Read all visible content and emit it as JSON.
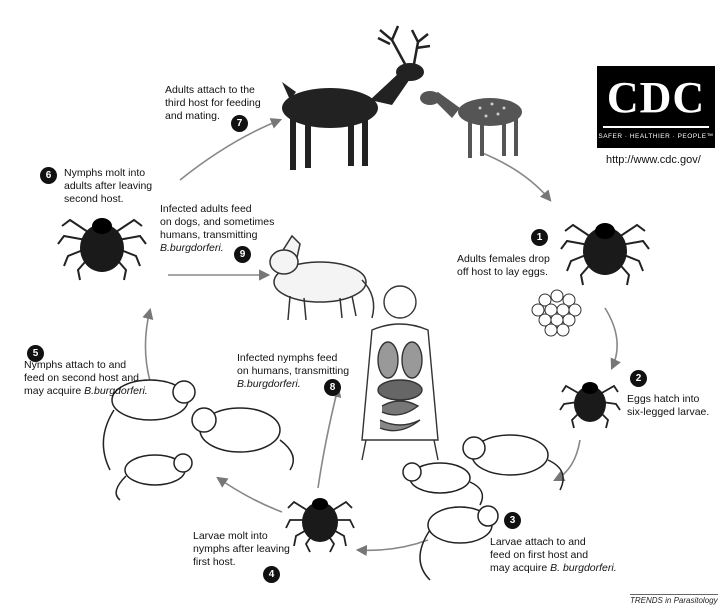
{
  "logo": {
    "text": "CDC",
    "tagline": "SAFER · HEALTHIER · PEOPLE™"
  },
  "url": "http://www.cdc.gov/",
  "credit": "TRENDS in Parasitology",
  "steps": [
    {
      "n": "1",
      "text": "Adults females drop\noff host to lay eggs."
    },
    {
      "n": "2",
      "text": "Eggs hatch into\nsix-legged larvae."
    },
    {
      "n": "3",
      "text": "Larvae attach to and\nfeed on first host and\nmay acquire ",
      "italic": "B. burgdorferi."
    },
    {
      "n": "4",
      "text": "Larvae molt into\nnymphs after leaving\nfirst host."
    },
    {
      "n": "5",
      "text": "Nymphs attach to and\nfeed on second host and\nmay acquire ",
      "italic": "B.burgdorferi."
    },
    {
      "n": "6",
      "text": "Nymphs molt into\nadults after leaving\nsecond host."
    },
    {
      "n": "7",
      "text": "Adults attach to the\nthird host for feeding\nand mating."
    },
    {
      "n": "8",
      "text": "Infected nymphs feed\non humans, transmitting\n",
      "italic": "B.burgdorferi."
    },
    {
      "n": "9",
      "text": "Infected adults feed\non dogs, and sometimes\nhumans, transmitting\n",
      "italic": "B.burgdorferi."
    }
  ]
}
